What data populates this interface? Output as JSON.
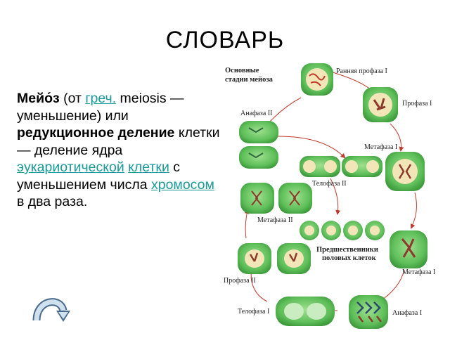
{
  "slide": {
    "title": "СЛОВАРЬ",
    "definition": {
      "term": "Мейо́з",
      "t1": " (от ",
      "link_greek": "греч.",
      "t2": " meiosis — уменьшение) или ",
      "bold2": "редукционное деление",
      "t3": " клетки — деление ядра ",
      "link_euk": "эукариотической",
      "t4": " ",
      "link_cell": "клетки",
      "t5": " с уменьшением числа ",
      "link_chrom": "хромосом",
      "t6": " в два раза."
    },
    "colors": {
      "link": "#1a9a98",
      "cell_green": "#5fbf5a",
      "nucleus": "#f2e6b8",
      "arrow": "#c0392b"
    }
  },
  "diagram": {
    "heading_line1": "Основные",
    "heading_line2": "стадии мейоза",
    "stages": {
      "early_prophase1": "Ранняя профаза I",
      "prophase1": "Профаза I",
      "metaphase1_a": "Метафаза I",
      "metaphase1_b": "Метафаза I",
      "anaphase1": "Анафаза I",
      "telophase1": "Телофаза I",
      "prophase2": "Профаза II",
      "metaphase2": "Метафаза II",
      "anaphase2": "Анафаза II",
      "telophase2": "Телофаза II",
      "precursor_line1": "Предшественники",
      "precursor_line2": "половых клеток"
    }
  }
}
